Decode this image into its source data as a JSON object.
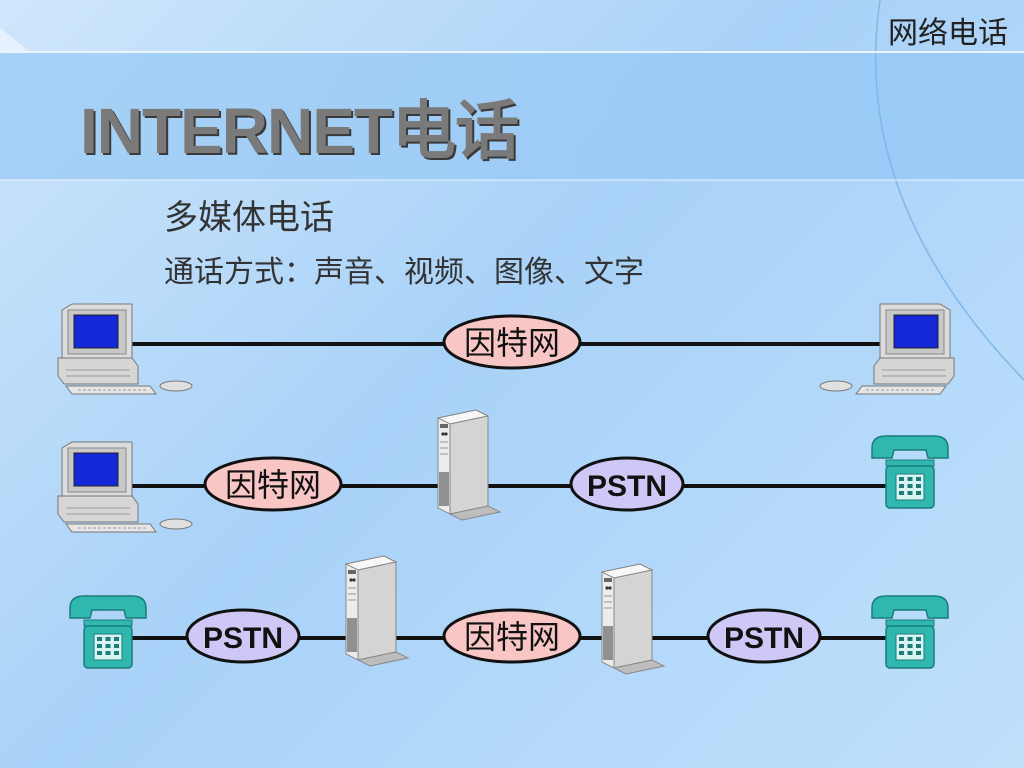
{
  "corner_title": "网络电话",
  "title": "INTERNET电话",
  "subtitle": "多媒体电话",
  "description": "通话方式：声音、视频、图像、文字",
  "rows": [
    {
      "left": "computer",
      "right": "computer",
      "nodes": [
        "因特网"
      ]
    },
    {
      "left": "computer",
      "right": "telephone",
      "nodes": [
        "因特网",
        "gateway-server",
        "PSTN"
      ]
    },
    {
      "left": "telephone",
      "right": "telephone",
      "nodes": [
        "PSTN",
        "gateway-server",
        "因特网",
        "gateway-server",
        "PSTN"
      ]
    }
  ],
  "labels": {
    "internet": "因特网",
    "pstn": "PSTN"
  },
  "colors": {
    "internet_oval": "#f9c6c6",
    "pstn_oval": "#cdc8f5",
    "telephone": "#2fb7b0",
    "screen": "#1428d8"
  }
}
